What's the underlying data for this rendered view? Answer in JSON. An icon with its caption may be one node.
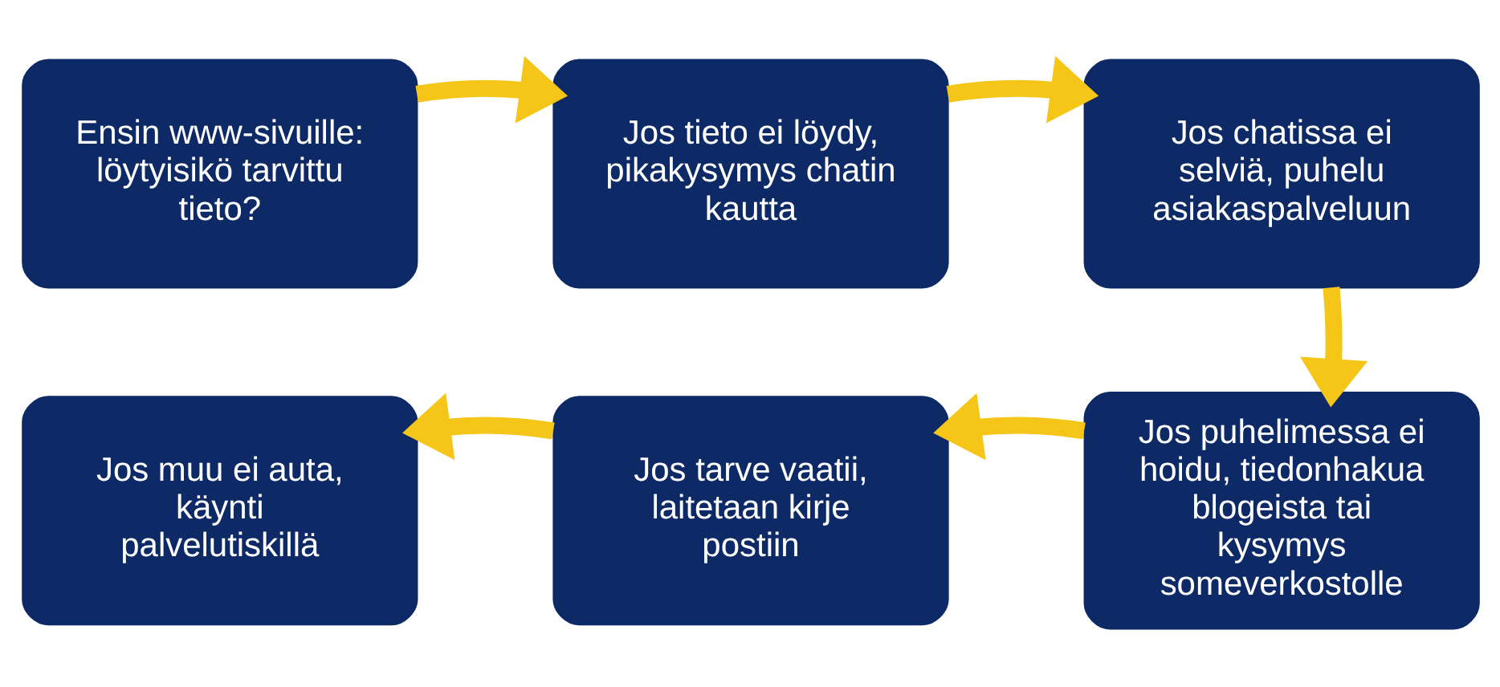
{
  "diagram": {
    "nodes": [
      {
        "text": [
          "Ensin www-sivuille: löytyisikö tarvittu tieto?"
        ]
      },
      {
        "text": [
          "Jos tieto ei löydy, pikakysymys chatin kautta"
        ]
      },
      {
        "text": [
          "Jos chatissa ei selviä, puhelu asiakaspalveluun"
        ]
      },
      {
        "text": [
          "Jos puhelimessa ei hoidu, tiedonhakua blogeista tai kysymys someverkostolle"
        ]
      },
      {
        "text": [
          "Jos tarve vaatii, laitetaan kirje postiin"
        ]
      },
      {
        "text": [
          "Jos muu ei auta, käynti palvelutiskillä"
        ]
      }
    ],
    "edges": [
      {
        "from": 0,
        "to": 1,
        "arrow": "to"
      },
      {
        "from": 1,
        "to": 2,
        "arrow": "to"
      },
      {
        "from": 2,
        "to": 3,
        "arrow": "to"
      },
      {
        "from": 3,
        "to": 4,
        "arrow": "to"
      },
      {
        "from": 4,
        "to": 5,
        "arrow": "to"
      }
    ]
  }
}
